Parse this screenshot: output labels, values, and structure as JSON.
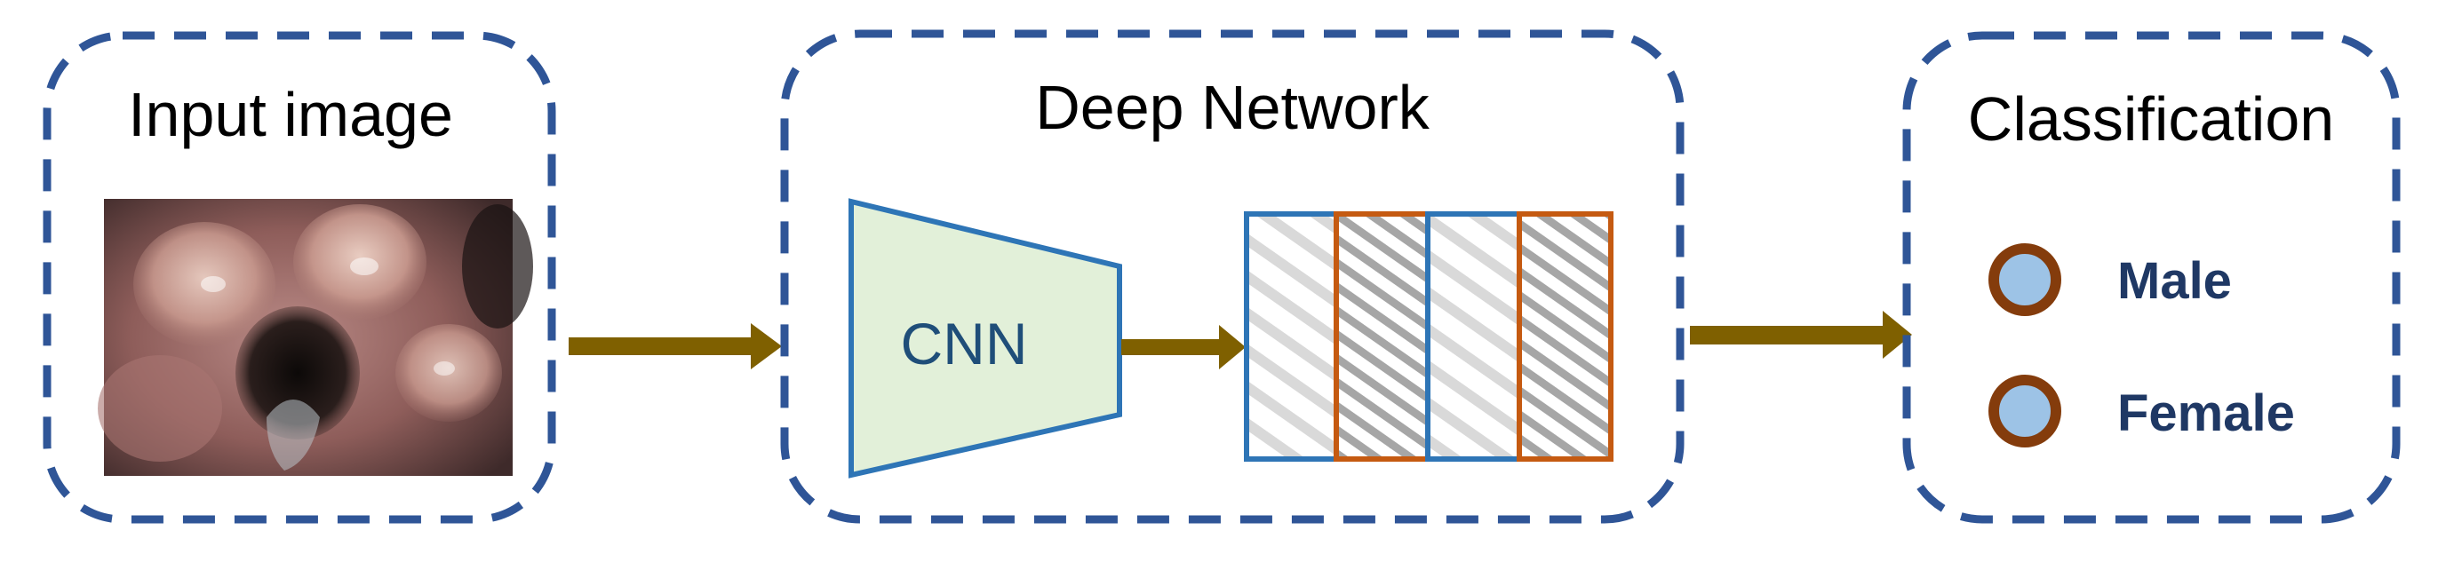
{
  "colors": {
    "dashed_border": "#2F5597",
    "arrow": "#7F6000",
    "cnn_fill": "#E2F0D9",
    "cnn_stroke": "#2E75B6",
    "cnn_text": "#1F4E79",
    "blue_stroke": "#2E75B6",
    "orange_stroke": "#C55A11",
    "hatch_light": "#D9D9D9",
    "hatch_dark": "#A6A6A6",
    "bullet_fill": "#9DC3E6",
    "bullet_ring": "#843C0C",
    "class_text": "#1F3864"
  },
  "input_panel": {
    "title": "Input image"
  },
  "network_panel": {
    "title": "Deep Network",
    "cnn_label": "CNN"
  },
  "classification_panel": {
    "title": "Classification",
    "classes": [
      {
        "label": "Male"
      },
      {
        "label": "Female"
      }
    ]
  }
}
